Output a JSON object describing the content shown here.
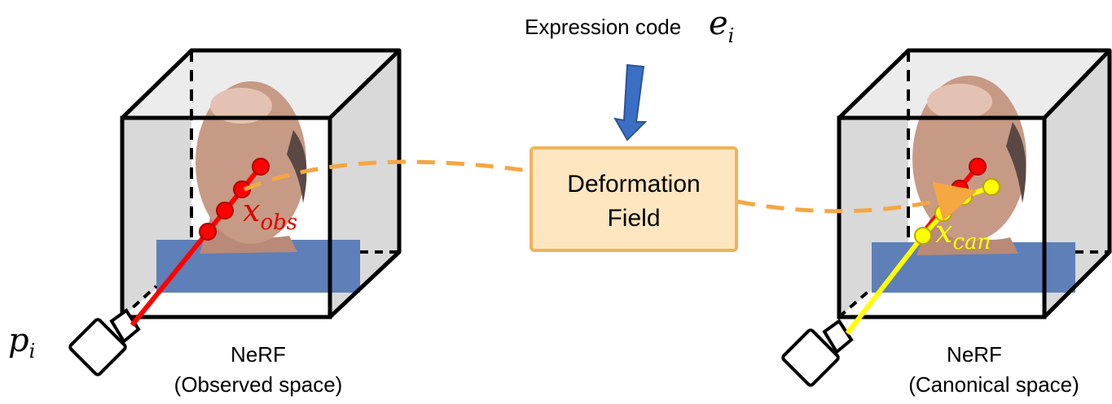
{
  "expression": {
    "label": "Expression code",
    "symbol": "e",
    "subscript": "i"
  },
  "deformation": {
    "line1": "Deformation",
    "line2": "Field"
  },
  "camera": {
    "symbol": "p",
    "subscript": "i"
  },
  "left_cube": {
    "title": "NeRF",
    "subtitle": "(Observed space)",
    "point_symbol": "x",
    "point_subscript": "obs"
  },
  "right_cube": {
    "title": "NeRF",
    "subtitle": "(Canonical space)",
    "point_symbol": "x",
    "point_subscript": "can"
  },
  "colors": {
    "ray_observed": "#ff0000",
    "ray_canonical": "#ffff00",
    "arrow_deformation": "#f5a742",
    "box_fill": "#fde6c0",
    "box_border": "#f0b35a",
    "expression_arrow": "#3b6fc4",
    "cube_side": "#d9d9d9",
    "shirt": "#5f7fb8",
    "skin": "#c79a85"
  }
}
